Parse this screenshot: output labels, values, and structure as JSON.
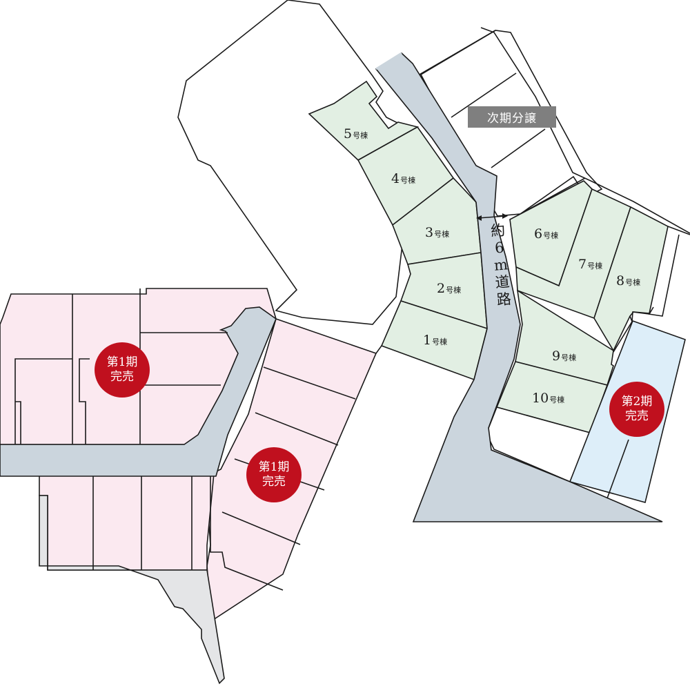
{
  "site_plan": {
    "colors": {
      "road": "#cbd5dd",
      "phase1": "#fbe9f0",
      "phase2": "#ddeef9",
      "current": "#e2efe3",
      "common_area": "#e4e5e7",
      "sold_badge": "#c0101e",
      "next_tag": "#7f7f7f"
    },
    "road": {
      "label_chars": [
        "約",
        "6",
        "m",
        "道",
        "路"
      ],
      "label": "約6m道路",
      "width_arrow": "double-arrow"
    },
    "next_phase_tag": "次期分譲",
    "badges": [
      {
        "id": "phase1-north",
        "line1": "第1期",
        "line2": "完売"
      },
      {
        "id": "phase1-south",
        "line1": "第1期",
        "line2": "完売"
      },
      {
        "id": "phase2",
        "line1": "第2期",
        "line2": "完売"
      }
    ],
    "lots": [
      {
        "num": "1",
        "suffix": "号棟"
      },
      {
        "num": "2",
        "suffix": "号棟"
      },
      {
        "num": "3",
        "suffix": "号棟"
      },
      {
        "num": "4",
        "suffix": "号棟"
      },
      {
        "num": "5",
        "suffix": "号棟"
      },
      {
        "num": "6",
        "suffix": "号棟"
      },
      {
        "num": "7",
        "suffix": "号棟"
      },
      {
        "num": "8",
        "suffix": "号棟"
      },
      {
        "num": "9",
        "suffix": "号棟"
      },
      {
        "num": "10",
        "suffix": "号棟"
      }
    ]
  }
}
